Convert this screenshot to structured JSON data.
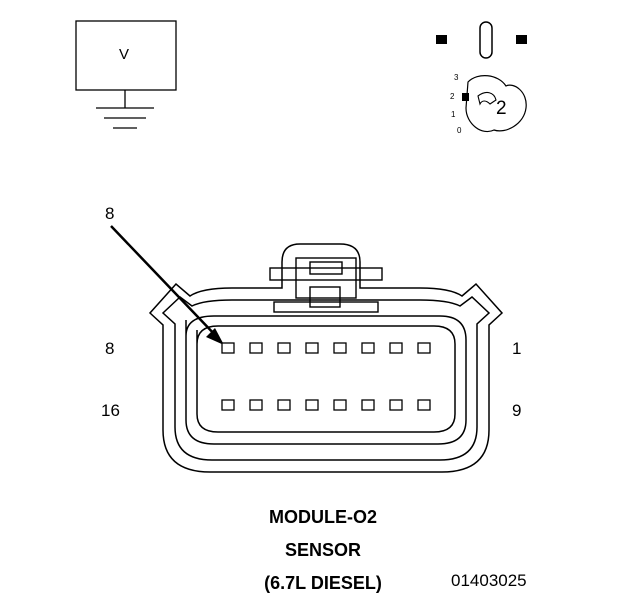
{
  "meter": {
    "symbol": "V"
  },
  "scale": {
    "marks": [
      "3",
      "2",
      "1",
      "0"
    ],
    "badge": "2"
  },
  "connector": {
    "callout_pin": "8",
    "top_left_pin": "8",
    "top_right_pin": "1",
    "bottom_left_pin": "16",
    "bottom_right_pin": "9",
    "pin_rows": [
      8,
      8
    ]
  },
  "caption": {
    "line1": "MODULE-O2",
    "line2": "SENSOR",
    "line3": "(6.7L DIESEL)",
    "code": "01403025"
  },
  "colors": {
    "ink": "#000000",
    "background": "#ffffff"
  }
}
